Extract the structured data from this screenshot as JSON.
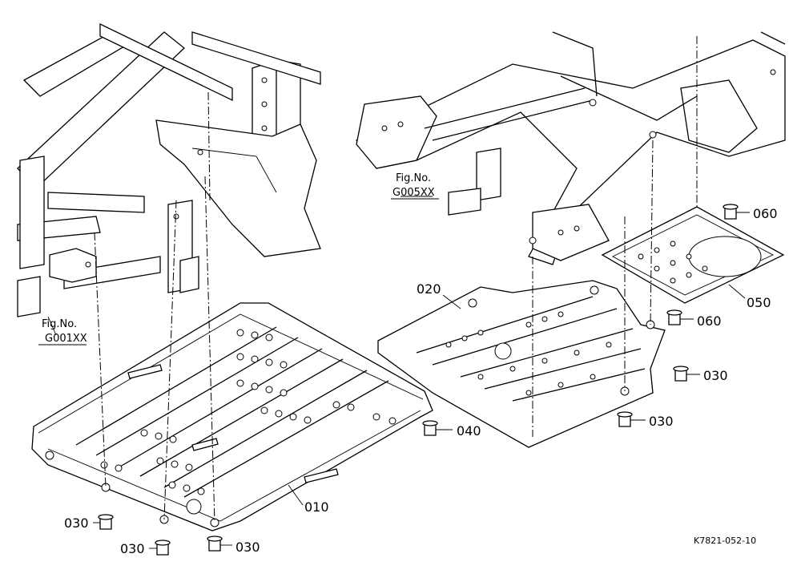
{
  "figure_refs": [
    {
      "label": "Fig.No.",
      "code": "G001XX"
    },
    {
      "label": "Fig.No.",
      "code": "G005XX"
    }
  ],
  "callouts": {
    "c010": "010",
    "c020": "020",
    "c030_a": "030",
    "c030_b": "030",
    "c030_c": "030",
    "c030_d": "030",
    "c030_e": "030",
    "c040": "040",
    "c050": "050",
    "c060_a": "060",
    "c060_b": "060"
  },
  "drawing_code": "K7821-052-10"
}
